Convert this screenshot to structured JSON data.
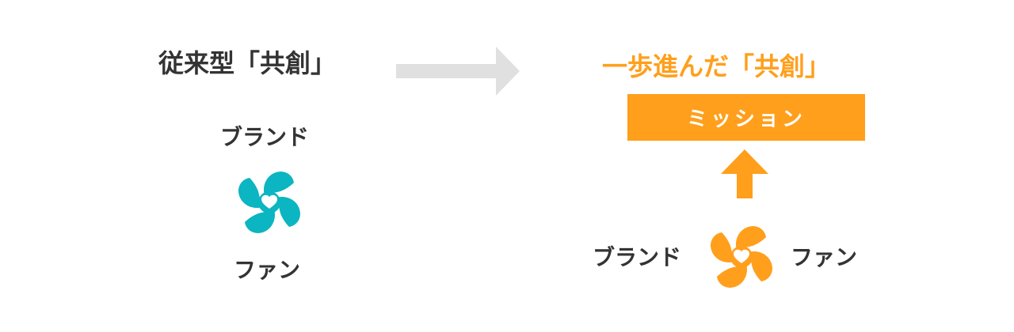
{
  "left_panel": {
    "title": "従来型「共創」",
    "brand_label": "ブランド",
    "fan_label": "ファン",
    "color": "#333333",
    "icon_color": "#0bb5c1"
  },
  "right_panel": {
    "title": "一歩進んだ「共創」",
    "mission_label": "ミッション",
    "brand_label": "ブランド",
    "fan_label": "ファン",
    "accent_color": "#ff9f1c",
    "icon_color": "#ff9f1c"
  },
  "transition_arrow": {
    "color": "#e0e0e0"
  },
  "icons": {
    "left": "pinwheel-heart-icon",
    "right": "pinwheel-heart-icon",
    "up_arrow": "arrow-up-icon",
    "right_arrow": "arrow-right-icon"
  }
}
